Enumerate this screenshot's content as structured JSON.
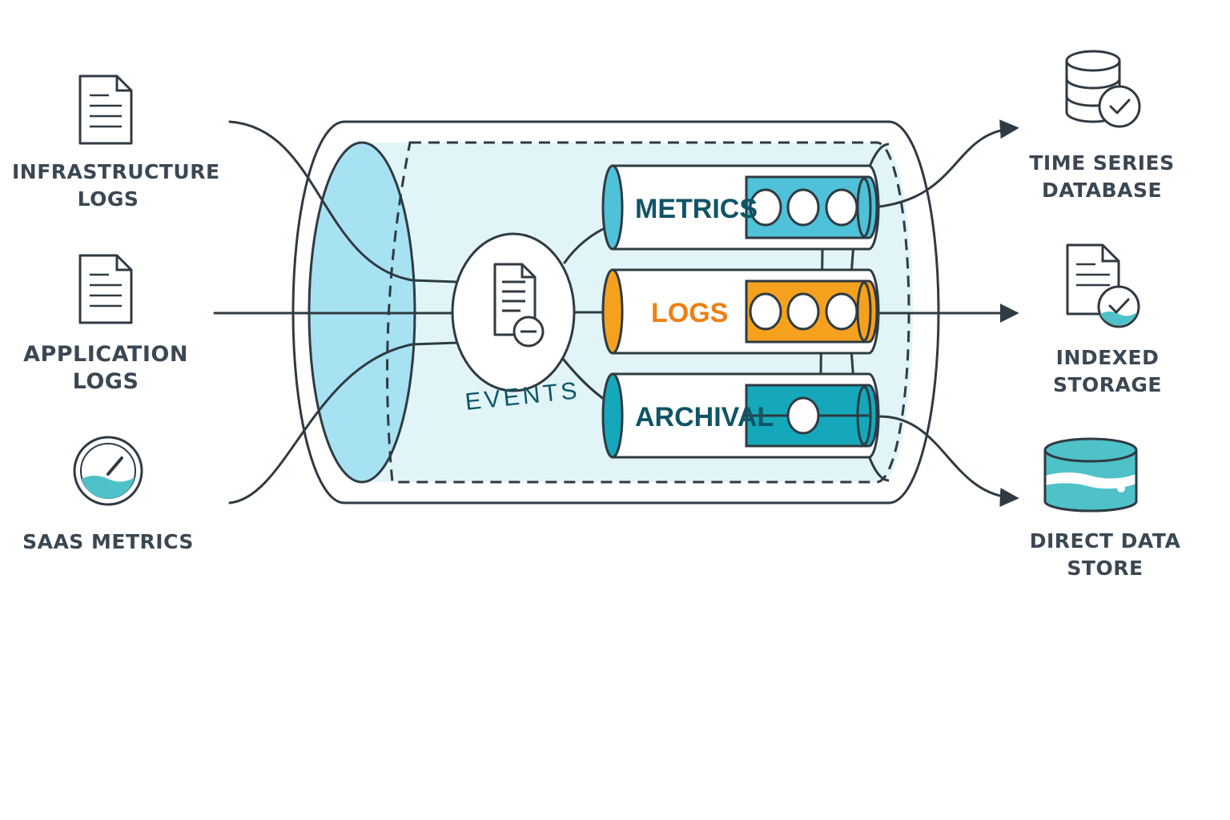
{
  "sources": [
    {
      "id": "infra",
      "lines": [
        "INFRASTRUCTURE",
        "LOGS"
      ],
      "icon": "document-icon"
    },
    {
      "id": "app",
      "lines": [
        "APPLICATION",
        "LOGS"
      ],
      "icon": "document-icon"
    },
    {
      "id": "saas",
      "lines": [
        "SAAS METRICS"
      ],
      "icon": "gauge-icon"
    }
  ],
  "hub": {
    "label": "EVENTS",
    "icon": "document-minus-icon"
  },
  "streams": [
    {
      "id": "metrics",
      "label": "METRICS",
      "color": "#4fc1d8",
      "text_color": "#0f5566",
      "slots": 3
    },
    {
      "id": "logs",
      "label": "LOGS",
      "color": "#f6a11d",
      "text_color": "#ee7f12",
      "slots": 3
    },
    {
      "id": "archival",
      "label": "ARCHIVAL",
      "color": "#15a8bb",
      "text_color": "#0f5566",
      "slots": 1
    }
  ],
  "destinations": [
    {
      "id": "tsdb",
      "lines": [
        "TIME SERIES",
        "DATABASE"
      ],
      "icon": "database-check-icon"
    },
    {
      "id": "indexed",
      "lines": [
        "INDEXED",
        "STORAGE"
      ],
      "icon": "document-check-icon"
    },
    {
      "id": "direct",
      "lines": [
        "DIRECT DATA",
        "STORE"
      ],
      "icon": "data-store-icon"
    }
  ],
  "colors": {
    "outline": "#2f3a42",
    "pipe_fill": "#e1f5f9",
    "pipe_mouth": "#a7e2f3",
    "teal": "#4fc1c8"
  }
}
